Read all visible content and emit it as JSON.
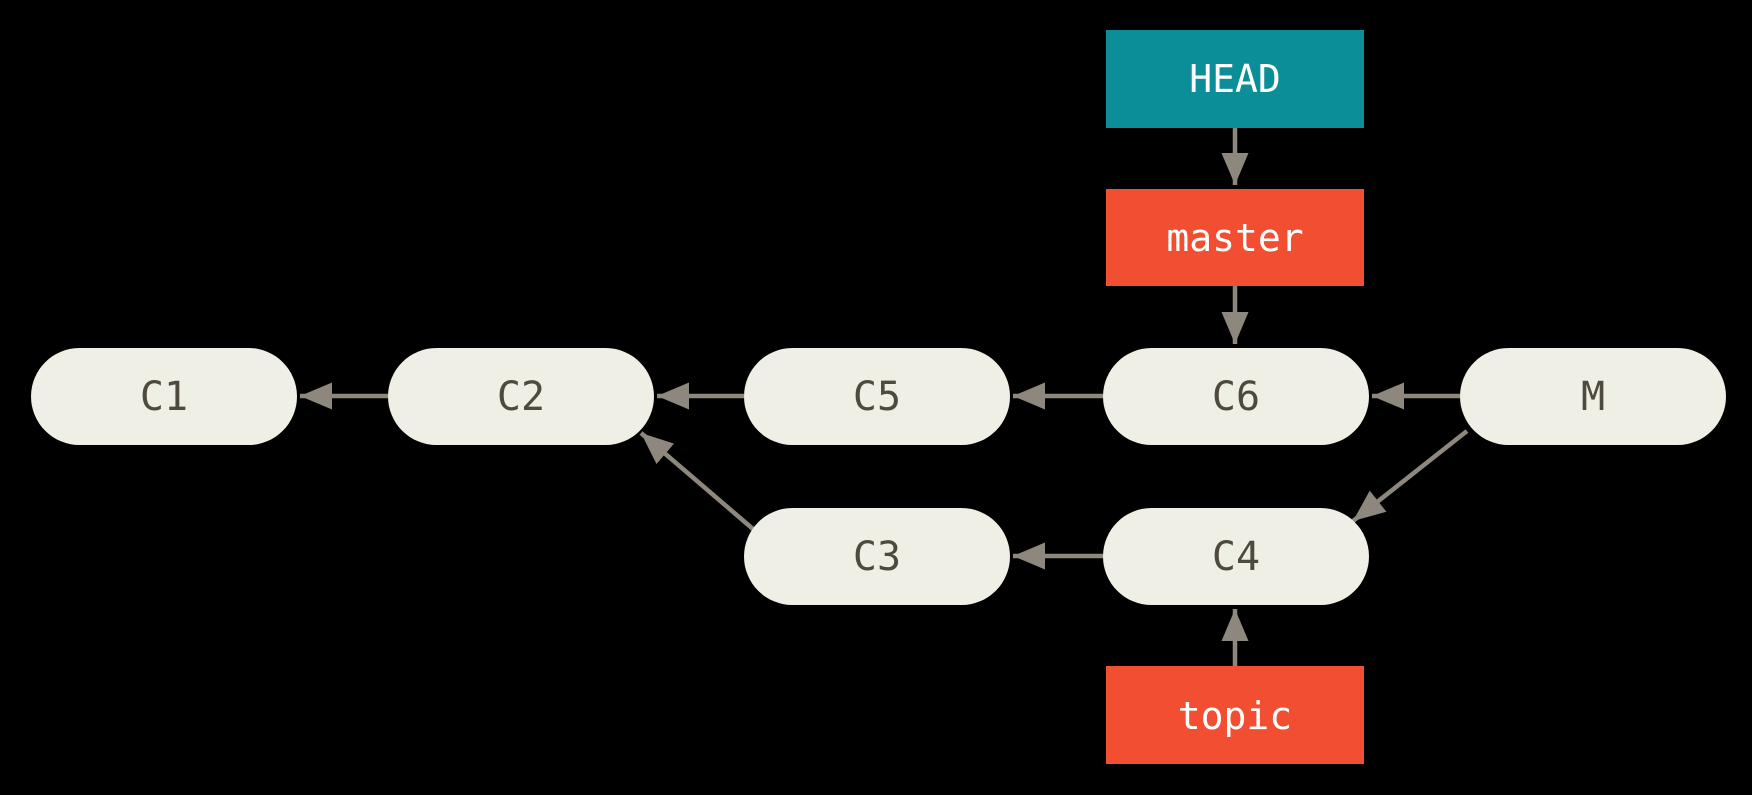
{
  "diagram": {
    "type": "git-commit-graph",
    "colors": {
      "background": "#000000",
      "commit_fill": "#f0efe6",
      "commit_text": "#4e4a40",
      "arrow": "#8e877d",
      "head_fill": "#0c8e99",
      "branch_fill": "#f14e32",
      "ref_text": "#ffffff"
    },
    "commits": {
      "c1": {
        "label": "C1"
      },
      "c2": {
        "label": "C2"
      },
      "c3": {
        "label": "C3"
      },
      "c4": {
        "label": "C4"
      },
      "c5": {
        "label": "C5"
      },
      "c6": {
        "label": "C6"
      },
      "m": {
        "label": "M"
      }
    },
    "refs": {
      "head": {
        "label": "HEAD"
      },
      "master": {
        "label": "master"
      },
      "topic": {
        "label": "topic"
      }
    },
    "edges": [
      {
        "from": "HEAD",
        "to": "master"
      },
      {
        "from": "master",
        "to": "C6"
      },
      {
        "from": "C2",
        "to": "C1"
      },
      {
        "from": "C5",
        "to": "C2"
      },
      {
        "from": "C6",
        "to": "C5"
      },
      {
        "from": "M",
        "to": "C6"
      },
      {
        "from": "C4",
        "to": "C3"
      },
      {
        "from": "C3",
        "to": "C2"
      },
      {
        "from": "M",
        "to": "C4"
      },
      {
        "from": "topic",
        "to": "C4"
      }
    ]
  }
}
